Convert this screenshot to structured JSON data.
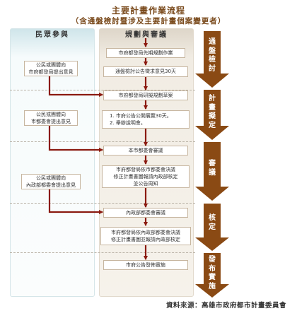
{
  "title": {
    "line1": "主要計畫作業流程",
    "line2": "（含通盤檢討暨涉及主要計畫個案變更者）"
  },
  "columns": {
    "public": "民眾參與",
    "planning": "規劃與審議"
  },
  "public_boxes": [
    "公民或團體向\n市府都發局提出意見",
    "公民或團體向\n市都委會提出意見",
    "公民或團體向\n內政部都委會提出意見"
  ],
  "process_boxes": [
    "市府都發局先期規劃作業",
    "通盤檢討公告徵求意見30天",
    "市府都發局研擬規劃草案",
    "1. 市府公告公開展覽30天。\n2. 舉辦說明會。",
    "本市都委會審議",
    "市府都發局依市都委會決議\n修正計畫書圖報請內政部核定\n並公告周知",
    "內政部都委會審議",
    "市府都發局依內政部都委會決議\n修正計畫書圖並報請內政部核定",
    "市府公告發佈實施"
  ],
  "stages": [
    "通盤檢討",
    "計畫擬定",
    "審議",
    "核定",
    "發布實施"
  ],
  "colors": {
    "stage_arrow": "#8a4a14",
    "flow_arrow": "#8b1a10",
    "title": "#7a4a1c"
  },
  "source": "資料來源：高雄市政府都市計畫委員會"
}
